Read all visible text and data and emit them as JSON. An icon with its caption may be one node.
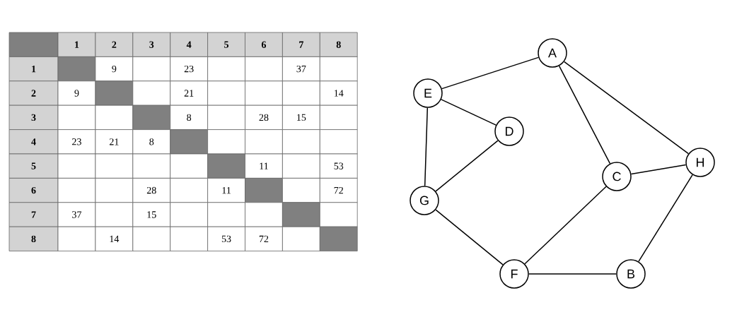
{
  "diagram": {
    "nodes": [
      {
        "text": [
          "A"
        ]
      },
      {
        "text": [
          "E"
        ]
      },
      {
        "text": [
          "D"
        ]
      },
      {
        "text": [
          "H"
        ]
      },
      {
        "text": [
          "C"
        ]
      },
      {
        "text": [
          "G"
        ]
      },
      {
        "text": [
          "F"
        ]
      },
      {
        "text": [
          "B"
        ]
      }
    ],
    "edges": [
      {
        "from": 0,
        "to": 1,
        "arrow": "none"
      },
      {
        "from": 0,
        "to": 4,
        "arrow": "none"
      },
      {
        "from": 0,
        "to": 3,
        "arrow": "none"
      },
      {
        "from": 1,
        "to": 2,
        "arrow": "none"
      },
      {
        "from": 1,
        "to": 5,
        "arrow": "none"
      },
      {
        "from": 2,
        "to": 5,
        "arrow": "none"
      },
      {
        "from": 4,
        "to": 3,
        "arrow": "none"
      },
      {
        "from": 4,
        "to": 6,
        "arrow": "none"
      },
      {
        "from": 3,
        "to": 7,
        "arrow": "none"
      },
      {
        "from": 5,
        "to": 6,
        "arrow": "none"
      },
      {
        "from": 6,
        "to": 7,
        "arrow": "none"
      }
    ],
    "labels": [
      "1",
      "2",
      "3",
      "4",
      "5",
      "6",
      "7",
      "8",
      "1",
      "9",
      "23",
      "37",
      "2",
      "9",
      "21",
      "14",
      "3",
      "8",
      "28",
      "15",
      "4",
      "23",
      "21",
      "8",
      "5",
      "11",
      "53",
      "6",
      "28",
      "11",
      "72",
      "7",
      "37",
      "15",
      "8",
      "14",
      "53",
      "72"
    ]
  }
}
